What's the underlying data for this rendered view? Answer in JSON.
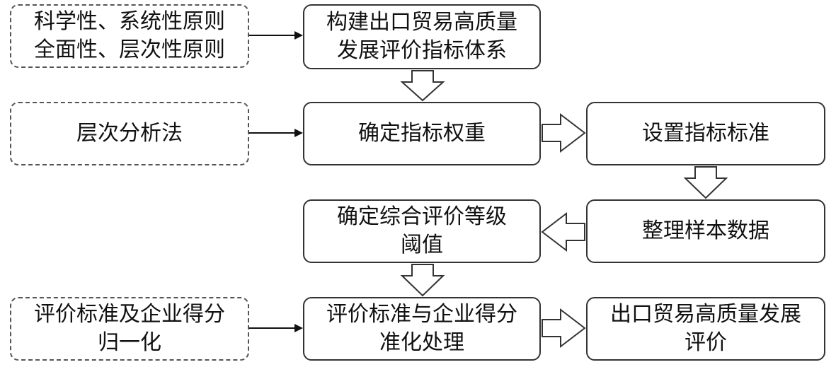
{
  "nodes": {
    "principles": "科学性、系统性原则\n全面性、层次性原则",
    "build_index_system": "构建出口贸易高质量\n发展评价指标体系",
    "ahp": "层次分析法",
    "determine_weights": "确定指标权重",
    "set_standards": "设置指标标准",
    "grade_thresholds": "确定综合评价等级\n阈值",
    "organize_data": "整理样本数据",
    "normalize_input": "评价标准及企业得分\n归一化",
    "normalize_process": "评价标准与企业得分\n准化处理",
    "final_evaluation": "出口贸易高质量发展\n评价"
  },
  "colors": {
    "border": "#333333",
    "dashed_border": "#555555",
    "text": "#111111",
    "arrow": "#111111",
    "block_arrow_fill": "#ffffff"
  }
}
